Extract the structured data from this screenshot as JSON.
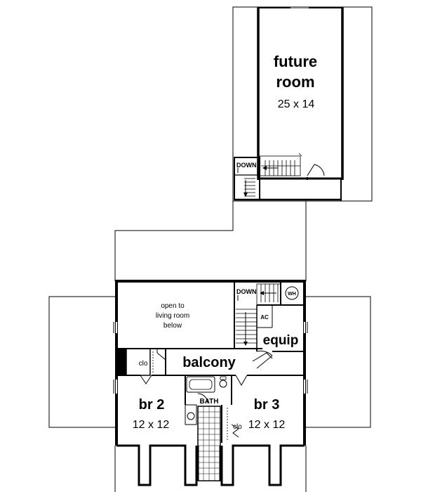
{
  "labels": {
    "future_room_line1": "future",
    "future_room_line2": "room",
    "future_room_dim": "25 x 14",
    "down_upper": "DOWN",
    "down_lower": "DOWN",
    "wh": "WH",
    "ac": "AC",
    "equip": "equip",
    "open_line1": "open to",
    "open_line2": "living room",
    "open_line3": "below",
    "balcony": "balcony",
    "clo_left": "clo",
    "clo_right": "clo",
    "bath": "BATH",
    "br2_name": "br 2",
    "br2_dim": "12 x 12",
    "br3_name": "br 3",
    "br3_dim": "12 x 12"
  }
}
